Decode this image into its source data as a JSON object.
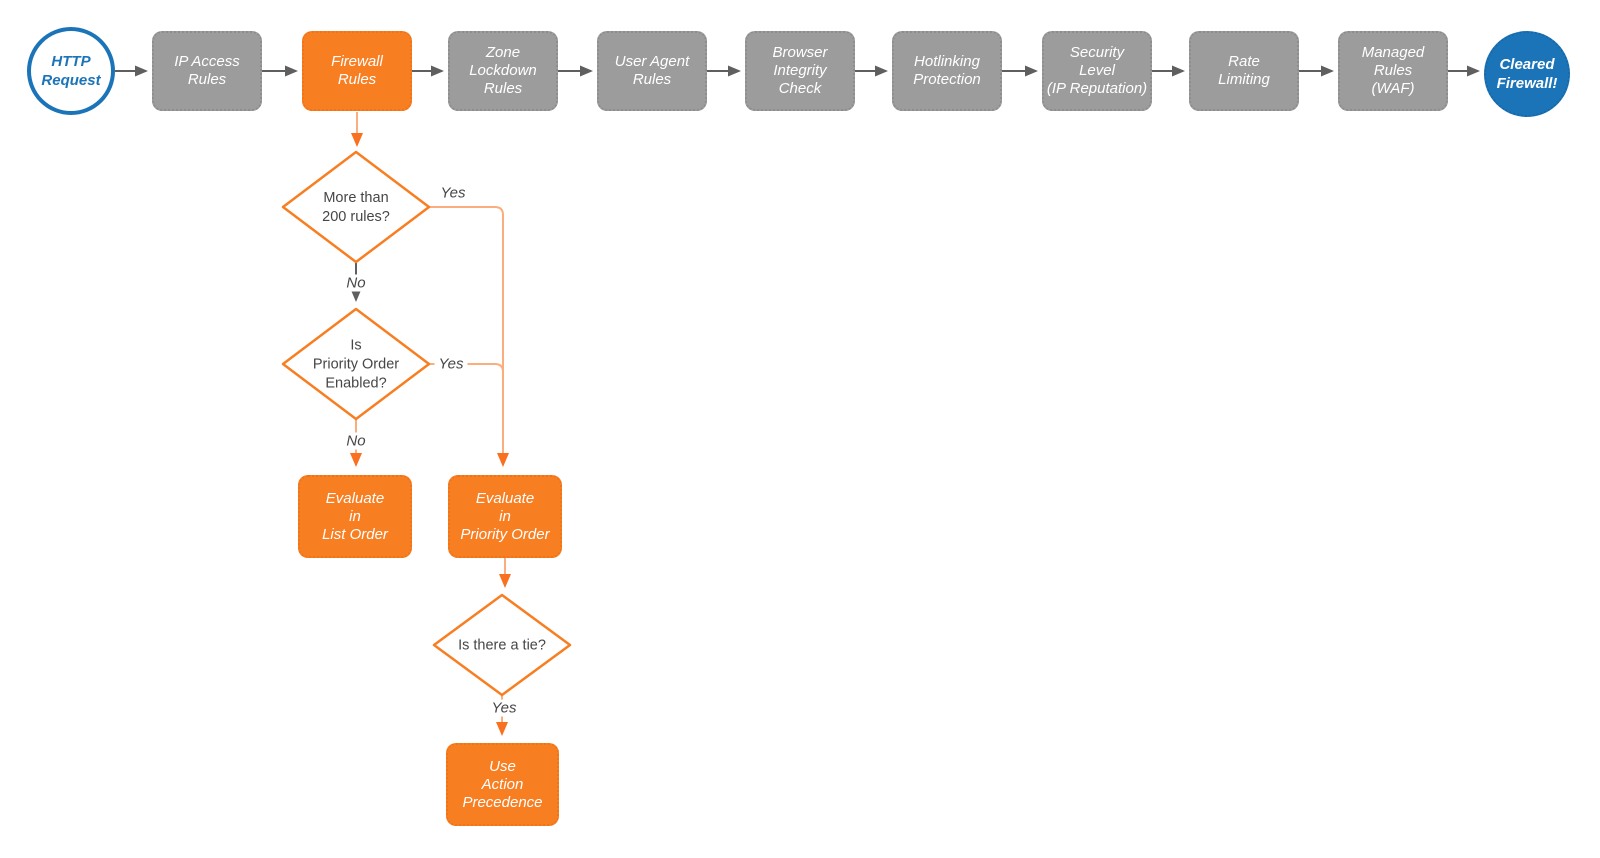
{
  "diagram": {
    "colors": {
      "pipeline_gray": "#9c9c9c",
      "highlight_orange": "#f87e22",
      "brand_blue": "#1b74b8",
      "connector_gray": "#5f5f5f",
      "connector_orange_light": "#fbad7e",
      "node_text_white": "#ffffff",
      "label_text_dark": "#464646"
    },
    "pipeline": [
      {
        "id": "http-request",
        "shape": "circle",
        "style": "blue-outline",
        "label": "HTTP\nRequest"
      },
      {
        "id": "ip-access-rules",
        "shape": "box",
        "style": "gray",
        "label": "IP Access\nRules"
      },
      {
        "id": "firewall-rules",
        "shape": "box",
        "style": "orange",
        "label": "Firewall\nRules"
      },
      {
        "id": "zone-lockdown-rules",
        "shape": "box",
        "style": "gray",
        "label": "Zone\nLockdown\nRules"
      },
      {
        "id": "user-agent-rules",
        "shape": "box",
        "style": "gray",
        "label": "User Agent\nRules"
      },
      {
        "id": "browser-integrity-check",
        "shape": "box",
        "style": "gray",
        "label": "Browser\nIntegrity\nCheck"
      },
      {
        "id": "hotlinking-protection",
        "shape": "box",
        "style": "gray",
        "label": "Hotlinking\nProtection"
      },
      {
        "id": "security-level",
        "shape": "box",
        "style": "gray",
        "label": "Security\nLevel\n(IP Reputation)"
      },
      {
        "id": "rate-limiting",
        "shape": "box",
        "style": "gray",
        "label": "Rate\nLimiting"
      },
      {
        "id": "managed-rules-waf",
        "shape": "box",
        "style": "gray",
        "label": "Managed\nRules\n(WAF)"
      },
      {
        "id": "cleared-firewall",
        "shape": "circle",
        "style": "blue-solid",
        "label": "Cleared\nFirewall!"
      }
    ],
    "decisions": {
      "more_than_200": {
        "label": "More than\n200 rules?"
      },
      "priority_enabled": {
        "label": "Is\nPriority Order\nEnabled?"
      },
      "tie": {
        "label": "Is there a tie?"
      }
    },
    "outcomes": {
      "list_order": {
        "label": "Evaluate\nin\nList Order"
      },
      "priority_order": {
        "label": "Evaluate\nin\nPriority Order"
      },
      "action_precedence": {
        "label": "Use\nAction\nPrecedence"
      }
    },
    "edge_labels": {
      "more_than_200_yes": "Yes",
      "more_than_200_no": "No",
      "priority_enabled_yes": "Yes",
      "priority_enabled_no": "No",
      "tie_yes": "Yes"
    }
  }
}
